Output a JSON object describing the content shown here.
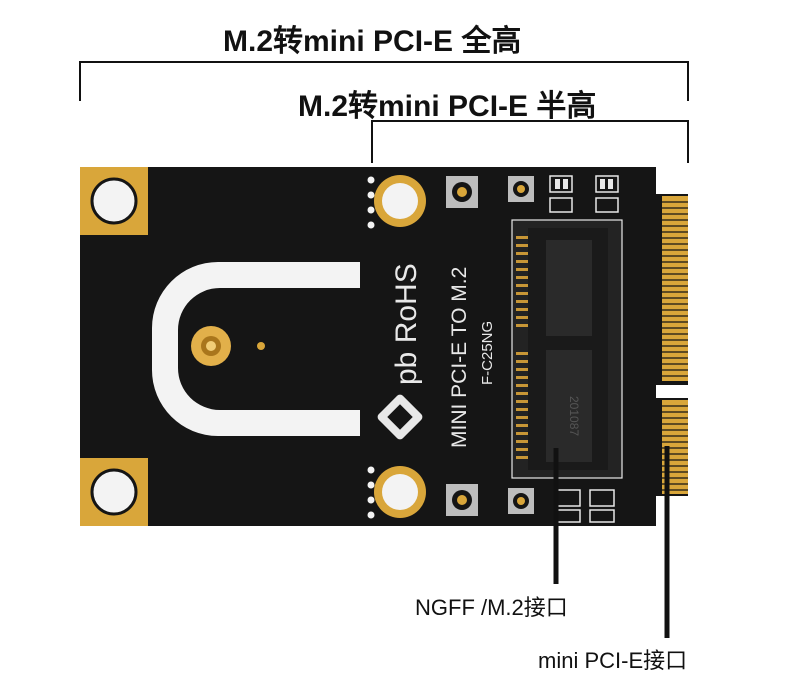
{
  "labels": {
    "full_height": "M.2转mini PCI-E 全高",
    "half_height": "M.2转mini PCI-E 半高",
    "ngff_interface": "NGFF /M.2接口",
    "minipcie_interface": "mini PCI-E接口"
  },
  "silkscreen": {
    "brand": "pb RoHS",
    "product": "MINI PCI-E TO M.2",
    "model": "F-C25NG",
    "connector_code": "201087"
  },
  "colors": {
    "pcb": "#141414",
    "gold": "#d9a63a",
    "silk": "#e8e8e8",
    "line": "#111111"
  }
}
